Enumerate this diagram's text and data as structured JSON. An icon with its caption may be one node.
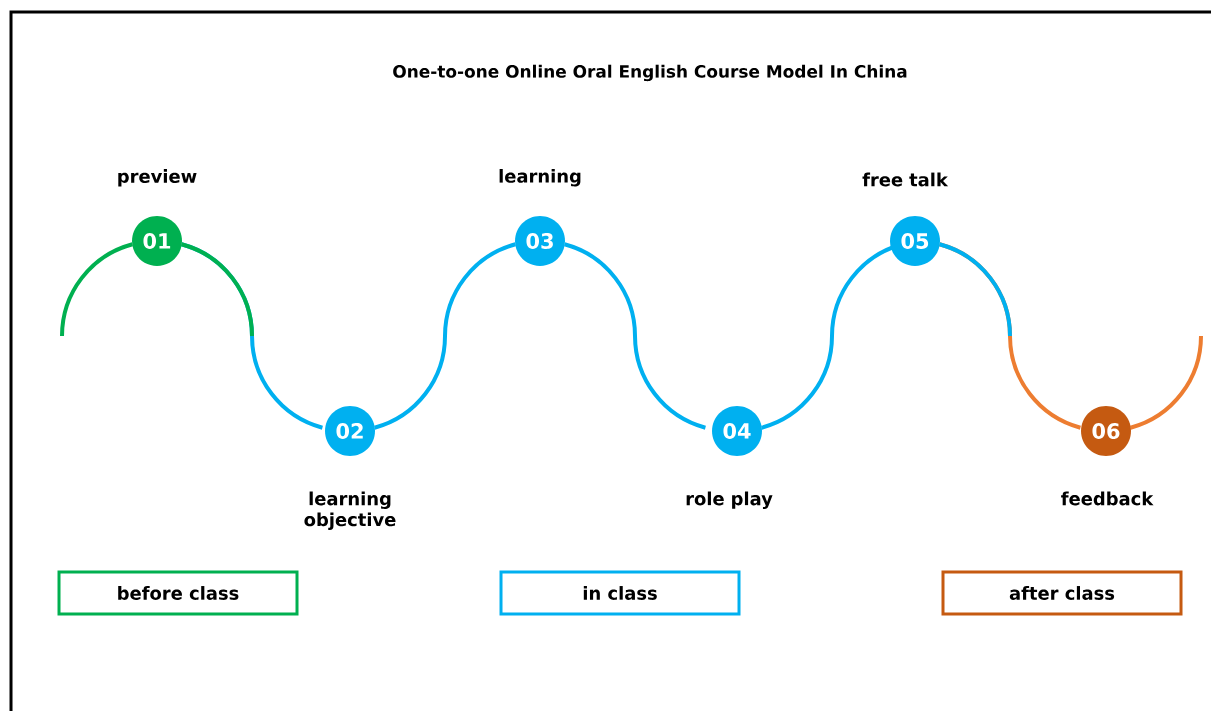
{
  "diagram": {
    "title": "One-to-one Online Oral English Course Model In China",
    "nodes": [
      {
        "text": [
          "01"
        ],
        "beside": [
          "preview"
        ]
      },
      {
        "text": [
          "02"
        ],
        "beside": [
          "learning objective"
        ]
      },
      {
        "text": [
          "03"
        ],
        "beside": [
          "learning"
        ]
      },
      {
        "text": [
          "04"
        ],
        "beside": [
          "role play"
        ]
      },
      {
        "text": [
          "05"
        ],
        "beside": [
          "free talk"
        ]
      },
      {
        "text": [
          "06"
        ],
        "beside": [
          "feedback"
        ]
      },
      {
        "text": [
          "before class"
        ]
      },
      {
        "text": [
          "in class"
        ]
      },
      {
        "text": [
          "after class"
        ]
      }
    ],
    "edges": [
      {
        "from": null,
        "to": 0,
        "arrow": "none",
        "color": "#00b050"
      },
      {
        "from": 0,
        "to": 1,
        "arrow": "none"
      },
      {
        "from": 1,
        "to": 2,
        "arrow": "none"
      },
      {
        "from": 2,
        "to": 3,
        "arrow": "none"
      },
      {
        "from": 3,
        "to": 4,
        "arrow": "none"
      },
      {
        "from": 4,
        "to": 5,
        "arrow": "none",
        "color": "#ed7d31"
      },
      {
        "from": 5,
        "to": null,
        "arrow": "none",
        "color": "#ed7d31"
      }
    ]
  }
}
